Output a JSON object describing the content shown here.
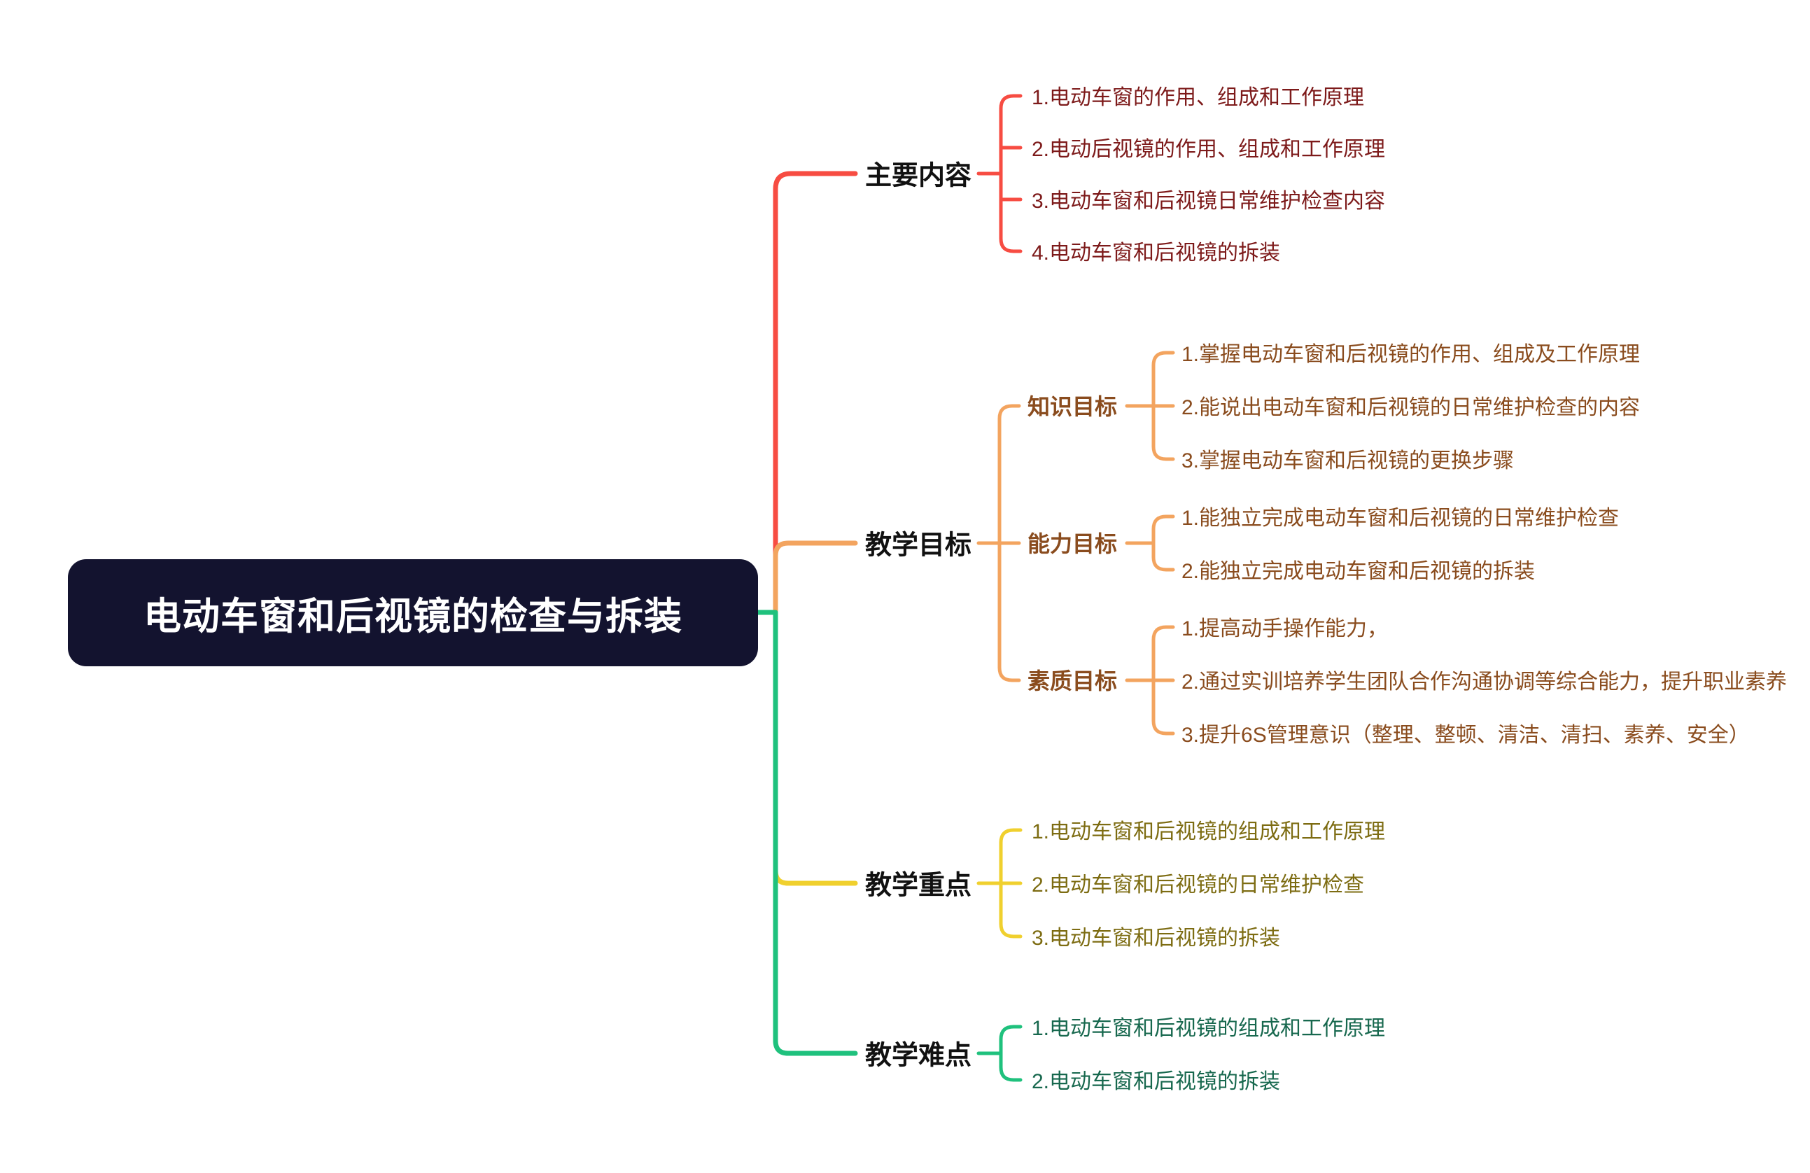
{
  "root": {
    "label": "电动车窗和后视镜的检查与拆装"
  },
  "colors": {
    "root_bg": "#13132f",
    "root_text": "#ffffff",
    "label_text": "#111111",
    "red_line": "#f74c42",
    "red_text": "#7d1a1a",
    "orange_line": "#f3a45f",
    "orange_text": "#8a4c1e",
    "yellow_line": "#f0d02e",
    "yellow_text": "#7d6c12",
    "green_line": "#1fc17d",
    "green_text": "#17684e"
  },
  "branches": [
    {
      "label": "主要内容",
      "color": "red",
      "items": [
        "1.电动车窗的作用、组成和工作原理",
        "2.电动后视镜的作用、组成和工作原理",
        "3.电动车窗和后视镜日常维护检查内容",
        "4.电动车窗和后视镜的拆装"
      ]
    },
    {
      "label": "教学目标",
      "color": "orange",
      "children": [
        {
          "label": "知识目标",
          "items": [
            "1.掌握电动车窗和后视镜的作用、组成及工作原理",
            "2.能说出电动车窗和后视镜的日常维护检查的内容",
            "3.掌握电动车窗和后视镜的更换步骤"
          ]
        },
        {
          "label": "能力目标",
          "items": [
            "1.能独立完成电动车窗和后视镜的日常维护检查",
            "2.能独立完成电动车窗和后视镜的拆装"
          ]
        },
        {
          "label": "素质目标",
          "items": [
            "1.提高动手操作能力，",
            "2.通过实训培养学生团队合作沟通协调等综合能力，提升职业素养",
            "3.提升6S管理意识（整理、整顿、清洁、清扫、素养、安全）"
          ]
        }
      ]
    },
    {
      "label": "教学重点",
      "color": "yellow",
      "items": [
        "1.电动车窗和后视镜的组成和工作原理",
        "2.电动车窗和后视镜的日常维护检查",
        "3.电动车窗和后视镜的拆装"
      ]
    },
    {
      "label": "教学难点",
      "color": "green",
      "items": [
        "1.电动车窗和后视镜的组成和工作原理",
        "2.电动车窗和后视镜的拆装"
      ]
    }
  ]
}
